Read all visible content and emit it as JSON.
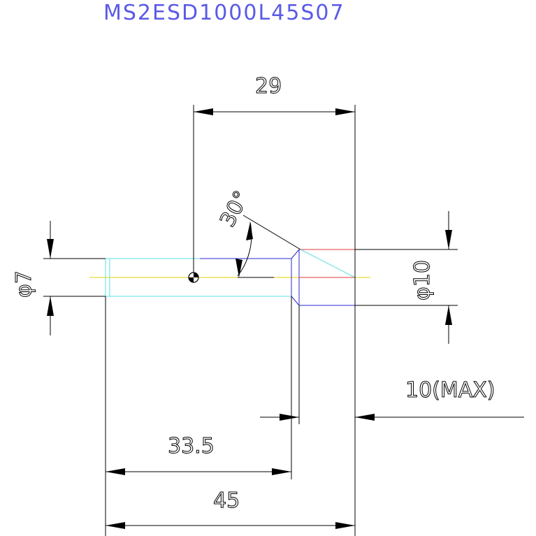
{
  "title": "MS2ESD1000L45S07",
  "dimensions": {
    "top_length": "29",
    "angle": "30°",
    "shank_diameter": "φ7",
    "head_diameter": "φ10",
    "max_label": "10(MAX)",
    "shank_length": "33.5",
    "overall_length": "45"
  },
  "colors": {
    "title": "#5a5ae6",
    "dimension_lines": "#000000",
    "shank_outline": "#5ce0e6",
    "centerline": "#e6d200",
    "head_outline": "#2a2ad0",
    "head_top": "#e03a3a",
    "head_taper": "#5ce0e6"
  },
  "icons": {
    "center_of_gravity": "cog-symbol-icon"
  }
}
